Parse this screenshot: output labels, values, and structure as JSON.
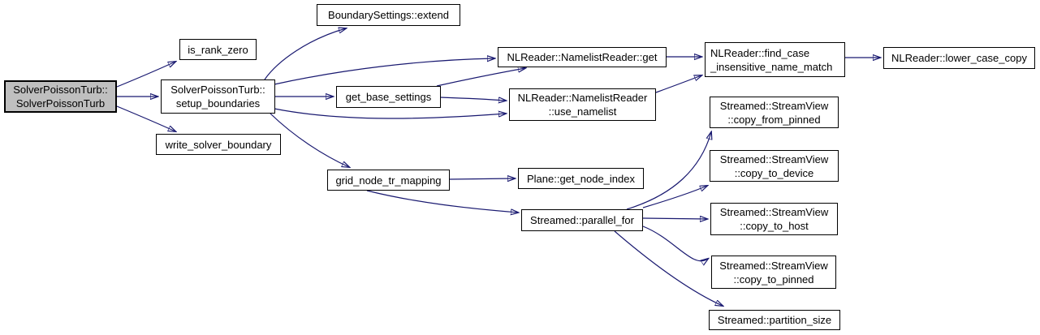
{
  "graph": {
    "type": "call-graph",
    "background_color": "#ffffff",
    "edge_color": "#191970",
    "node_border_color": "#000000",
    "node_fill_color": "#ffffff",
    "highlighted_node_fill_color": "#bfbfbf",
    "nodes": [
      {
        "id": "solverpoissonturb-constructor",
        "label": "SolverPoissonTurb::\nSolverPoissonTurb",
        "highlighted": true
      },
      {
        "id": "is-rank-zero",
        "label": "is_rank_zero",
        "highlighted": false
      },
      {
        "id": "setup-boundaries",
        "label": "SolverPoissonTurb::\nsetup_boundaries",
        "highlighted": false
      },
      {
        "id": "write-solver-boundary",
        "label": "write_solver_boundary",
        "highlighted": false
      },
      {
        "id": "boundarysettings-extend",
        "label": "BoundarySettings::extend",
        "highlighted": false
      },
      {
        "id": "namelistreader-get",
        "label": "NLReader::NamelistReader::get",
        "highlighted": false
      },
      {
        "id": "get-base-settings",
        "label": "get_base_settings",
        "highlighted": false
      },
      {
        "id": "use-namelist",
        "label": "NLReader::NamelistReader\n::use_namelist",
        "highlighted": false
      },
      {
        "id": "find-case-insensitive-name-match",
        "label": "NLReader::find_case\n_insensitive_name_match",
        "highlighted": false
      },
      {
        "id": "lower-case-copy",
        "label": "NLReader::lower_case_copy",
        "highlighted": false
      },
      {
        "id": "copy-from-pinned",
        "label": "Streamed::StreamView\n::copy_from_pinned",
        "highlighted": false
      },
      {
        "id": "copy-to-device",
        "label": "Streamed::StreamView\n::copy_to_device",
        "highlighted": false
      },
      {
        "id": "grid-node-tr-mapping",
        "label": "grid_node_tr_mapping",
        "highlighted": false
      },
      {
        "id": "plane-get-node-index",
        "label": "Plane::get_node_index",
        "highlighted": false
      },
      {
        "id": "parallel-for",
        "label": "Streamed::parallel_for",
        "highlighted": false
      },
      {
        "id": "copy-to-host",
        "label": "Streamed::StreamView\n::copy_to_host",
        "highlighted": false
      },
      {
        "id": "copy-to-pinned",
        "label": "Streamed::StreamView\n::copy_to_pinned",
        "highlighted": false
      },
      {
        "id": "partition-size",
        "label": "Streamed::partition_size",
        "highlighted": false
      }
    ],
    "edges": [
      {
        "from": "solverpoissonturb-constructor",
        "to": "is-rank-zero"
      },
      {
        "from": "solverpoissonturb-constructor",
        "to": "setup-boundaries"
      },
      {
        "from": "solverpoissonturb-constructor",
        "to": "write-solver-boundary"
      },
      {
        "from": "setup-boundaries",
        "to": "boundarysettings-extend"
      },
      {
        "from": "setup-boundaries",
        "to": "namelistreader-get"
      },
      {
        "from": "setup-boundaries",
        "to": "get-base-settings"
      },
      {
        "from": "setup-boundaries",
        "to": "use-namelist"
      },
      {
        "from": "setup-boundaries",
        "to": "grid-node-tr-mapping"
      },
      {
        "from": "get-base-settings",
        "to": "namelistreader-get"
      },
      {
        "from": "get-base-settings",
        "to": "use-namelist"
      },
      {
        "from": "namelistreader-get",
        "to": "find-case-insensitive-name-match"
      },
      {
        "from": "use-namelist",
        "to": "find-case-insensitive-name-match"
      },
      {
        "from": "find-case-insensitive-name-match",
        "to": "lower-case-copy"
      },
      {
        "from": "grid-node-tr-mapping",
        "to": "plane-get-node-index"
      },
      {
        "from": "grid-node-tr-mapping",
        "to": "parallel-for"
      },
      {
        "from": "parallel-for",
        "to": "copy-from-pinned"
      },
      {
        "from": "parallel-for",
        "to": "copy-to-device"
      },
      {
        "from": "parallel-for",
        "to": "copy-to-host"
      },
      {
        "from": "parallel-for",
        "to": "copy-to-pinned"
      },
      {
        "from": "parallel-for",
        "to": "partition-size"
      }
    ]
  }
}
